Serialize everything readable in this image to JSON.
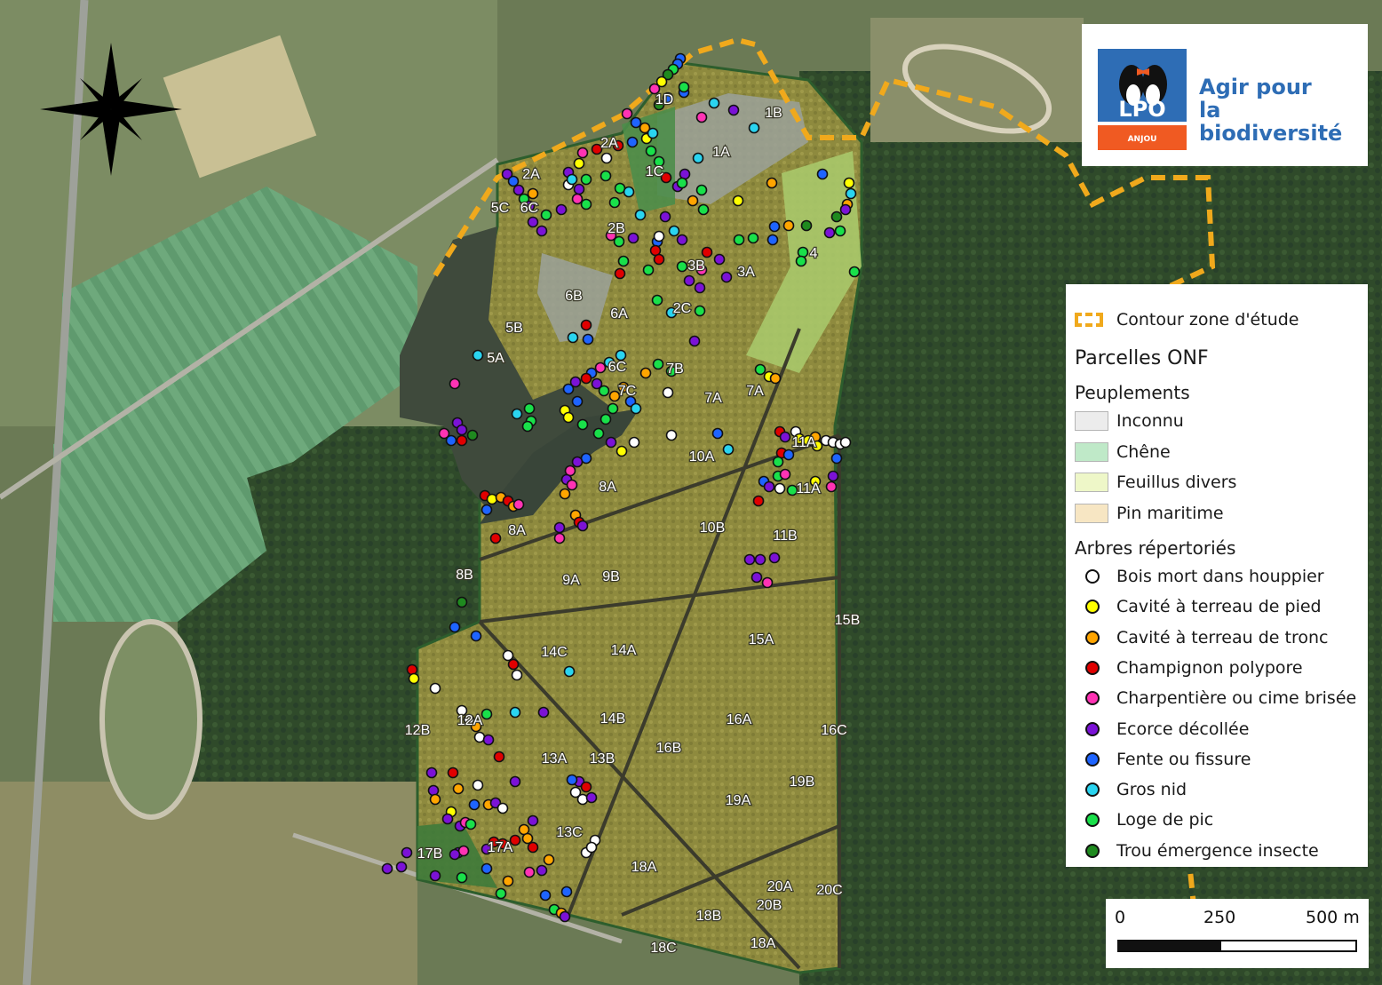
{
  "logo": {
    "org": "LPO",
    "region": "ANJOU",
    "tagline_line1": "Agir pour",
    "tagline_line2": "la biodiversité"
  },
  "legend": {
    "study_zone": "Contour zone d'étude",
    "parcels_title": "Parcelles ONF",
    "stands_title": "Peuplements",
    "stands": [
      {
        "label": "Inconnu",
        "color": "#ececec"
      },
      {
        "label": "Chêne",
        "color": "#bfe9c8"
      },
      {
        "label": "Feuillus divers",
        "color": "#eef7c8"
      },
      {
        "label": "Pin maritime",
        "color": "#f7e6c3"
      }
    ],
    "trees_title": "Arbres répertoriés",
    "trees": [
      {
        "label": "Bois mort dans houppier",
        "color": "#ffffff"
      },
      {
        "label": "Cavité à terreau de pied",
        "color": "#ffff00"
      },
      {
        "label": "Cavité à terreau de tronc",
        "color": "#ffa500"
      },
      {
        "label": "Champignon polypore",
        "color": "#e00000"
      },
      {
        "label": "Charpentière ou cime brisée",
        "color": "#ff33b4"
      },
      {
        "label": "Ecorce décollée",
        "color": "#7b12d6"
      },
      {
        "label": "Fente ou fissure",
        "color": "#1e64ff"
      },
      {
        "label": "Gros nid",
        "color": "#2ad4f0"
      },
      {
        "label": "Loge de pic",
        "color": "#19e04a"
      },
      {
        "label": "Trou émergence insecte",
        "color": "#1f8a1f"
      }
    ]
  },
  "scale": {
    "t0": "0",
    "t1": "250",
    "t2": "500 m"
  },
  "parcels": [
    "1D",
    "1B",
    "1A",
    "2A",
    "1C",
    "2A",
    "5C",
    "6C",
    "2B",
    "4",
    "3B",
    "3A",
    "6B",
    "6A",
    "2C",
    "5B",
    "5A",
    "6C",
    "7B",
    "7C",
    "7A",
    "7A",
    "11A",
    "10A",
    "11A",
    "8A",
    "10B",
    "11B",
    "8A",
    "8B",
    "9A",
    "9B",
    "15B",
    "14C",
    "14A",
    "15A",
    "14B",
    "12A",
    "12B",
    "16A",
    "16C",
    "16B",
    "13A",
    "13B",
    "19B",
    "19A",
    "13C",
    "17B",
    "17A",
    "18A",
    "20A",
    "20C",
    "20B",
    "18B",
    "18C",
    "18A"
  ]
}
